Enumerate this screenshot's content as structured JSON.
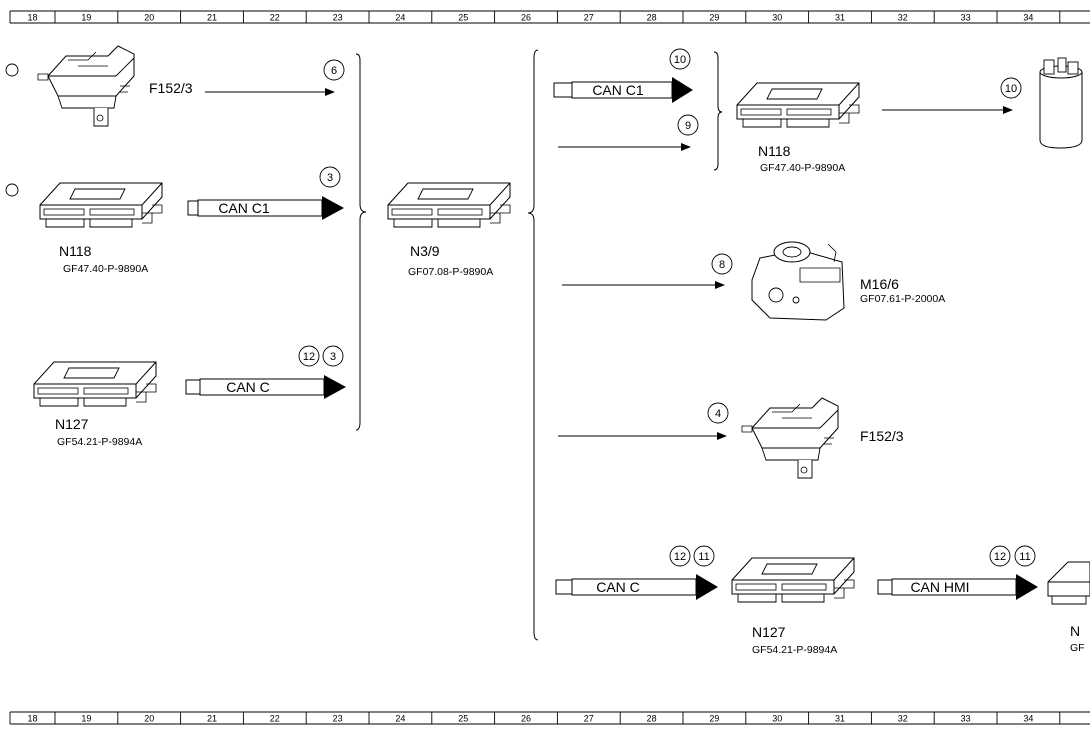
{
  "ruler": {
    "labels": [
      "18",
      "19",
      "20",
      "21",
      "22",
      "23",
      "24",
      "25",
      "26",
      "27",
      "28",
      "29",
      "30",
      "31",
      "32",
      "33",
      "34"
    ]
  },
  "components": [
    {
      "id": "f152-top-left",
      "kind": "bracket",
      "label": "F152/3",
      "code": ""
    },
    {
      "id": "n118-left",
      "kind": "module",
      "label": "N118",
      "code": "GF47.40-P-9890A"
    },
    {
      "id": "n127-left",
      "kind": "module",
      "label": "N127",
      "code": "GF54.21-P-9894A"
    },
    {
      "id": "n3-9-center",
      "kind": "module",
      "label": "N3/9",
      "code": "GF07.08-P-9890A"
    },
    {
      "id": "n118-right",
      "kind": "module",
      "label": "N118",
      "code": "GF47.40-P-9890A"
    },
    {
      "id": "fuel-pump",
      "kind": "pump",
      "label": "",
      "code": ""
    },
    {
      "id": "m16-6",
      "kind": "actuator",
      "label": "M16/6",
      "code": "GF07.61-P-2000A"
    },
    {
      "id": "f152-right",
      "kind": "bracket",
      "label": "F152/3",
      "code": ""
    },
    {
      "id": "n127-right",
      "kind": "module",
      "label": "N127",
      "code": "GF54.21-P-9894A"
    },
    {
      "id": "n-edge",
      "kind": "module",
      "label": "N",
      "code": "GF"
    }
  ],
  "bus_arrows": [
    {
      "id": "can-c1-left",
      "label": "CAN C1"
    },
    {
      "id": "can-c-left",
      "label": "CAN C"
    },
    {
      "id": "can-c1-right",
      "label": "CAN C1"
    },
    {
      "id": "can-c-right",
      "label": "CAN C"
    },
    {
      "id": "can-hmi",
      "label": "CAN HMI"
    }
  ],
  "callouts": [
    {
      "id": "c6",
      "text": "6"
    },
    {
      "id": "c3a",
      "text": "3"
    },
    {
      "id": "c12a",
      "text": "12"
    },
    {
      "id": "c3b",
      "text": "3"
    },
    {
      "id": "c10a",
      "text": "10"
    },
    {
      "id": "c9",
      "text": "9"
    },
    {
      "id": "c10b",
      "text": "10"
    },
    {
      "id": "c8",
      "text": "8"
    },
    {
      "id": "c4",
      "text": "4"
    },
    {
      "id": "c12b",
      "text": "12"
    },
    {
      "id": "c11a",
      "text": "11"
    },
    {
      "id": "c12c",
      "text": "12"
    },
    {
      "id": "c11b",
      "text": "11"
    }
  ],
  "colors": {
    "line": "#000000",
    "background": "#ffffff"
  }
}
